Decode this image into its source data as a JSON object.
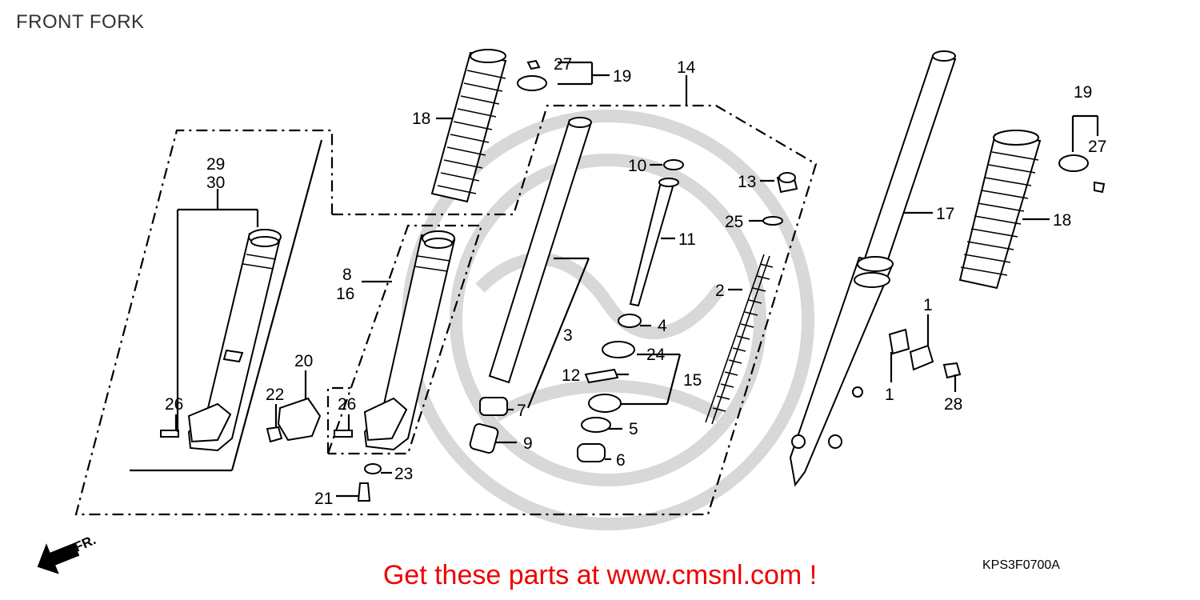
{
  "page": {
    "title": "FRONT FORK",
    "diagram_code": "KPS3F0700A",
    "call_to_action": "Get these parts at www.cmsnl.com !",
    "direction_marker": "FR."
  },
  "callouts": {
    "p1a": "1",
    "p1b": "1",
    "p2": "2",
    "p3": "3",
    "p4": "4",
    "p5": "5",
    "p6": "6",
    "p7": "7",
    "p8": "8",
    "p9": "9",
    "p10": "10",
    "p11": "11",
    "p12": "12",
    "p13": "13",
    "p14": "14",
    "p15": "15",
    "p16": "16",
    "p17": "17",
    "p18a": "18",
    "p18b": "18",
    "p19a": "19",
    "p19b": "19",
    "p20": "20",
    "p21": "21",
    "p22": "22",
    "p23": "23",
    "p24": "24",
    "p25": "25",
    "p26a": "26",
    "p26b": "26",
    "p27a": "27",
    "p27b": "27",
    "p28": "28",
    "p29": "29",
    "p30": "30"
  },
  "colors": {
    "cta": "#ee0000",
    "lines": "#000000",
    "watermark": "#d8d8d8"
  }
}
